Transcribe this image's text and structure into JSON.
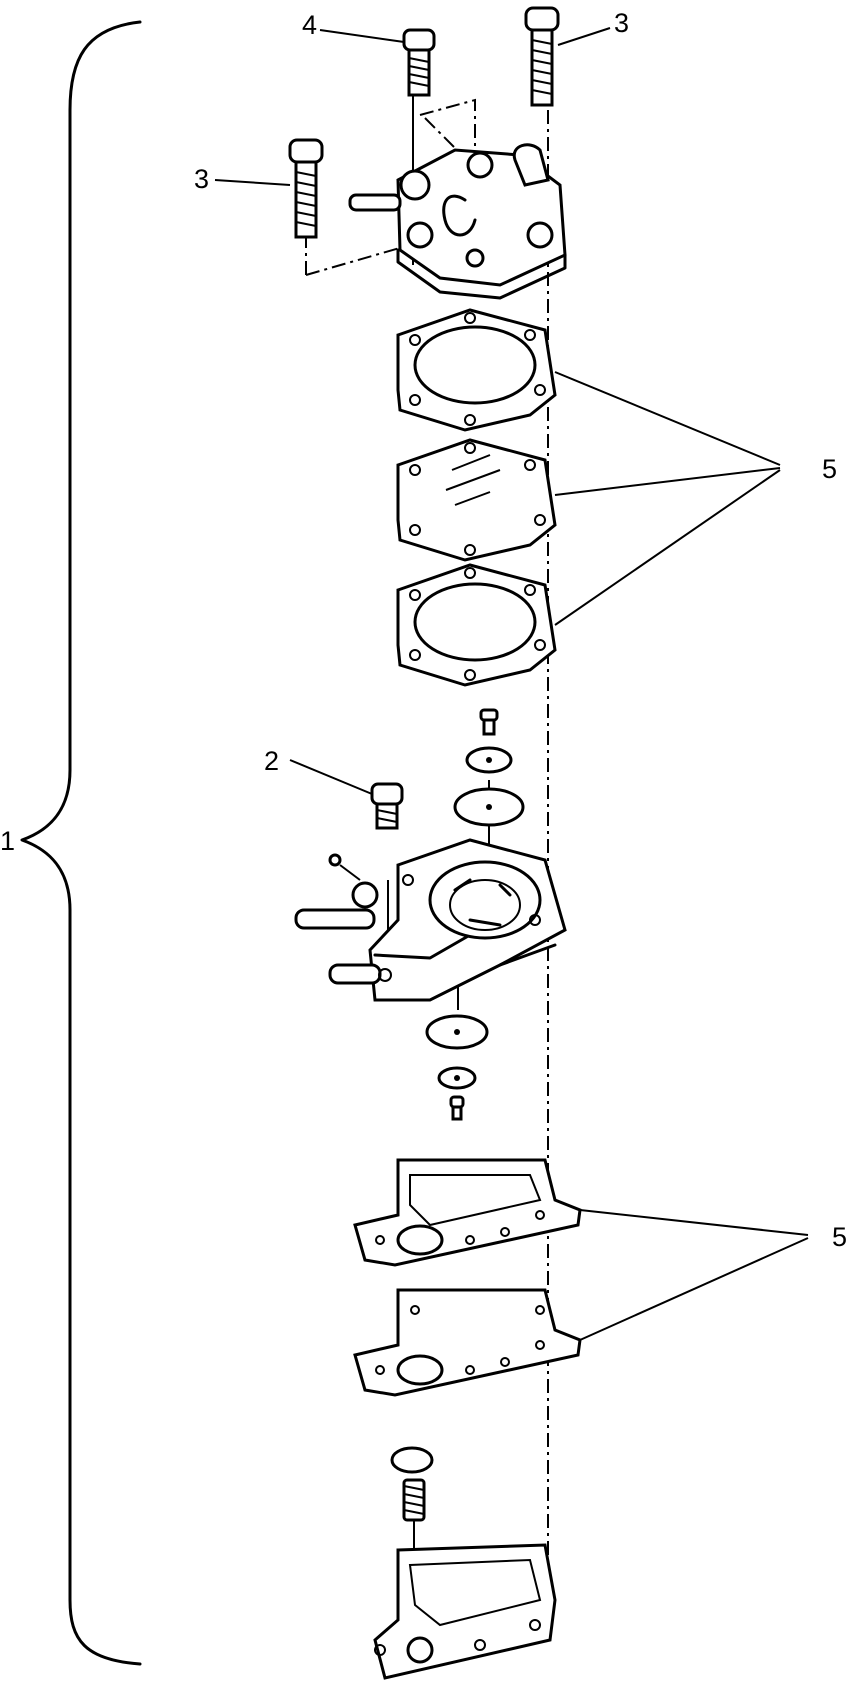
{
  "diagram": {
    "callouts": {
      "assembly": "1",
      "screw_body": "2",
      "screw_left": "3",
      "screw_top_right": "3",
      "screw_top": "4",
      "gaskets_upper": "5",
      "gaskets_lower": "5"
    },
    "icons": {
      "screw": "screw-icon",
      "gasket": "gasket-icon",
      "diaphragm": "diaphragm-icon",
      "pump_body": "pump-body-icon",
      "cover": "pump-cover-icon",
      "spring": "spring-icon"
    }
  }
}
